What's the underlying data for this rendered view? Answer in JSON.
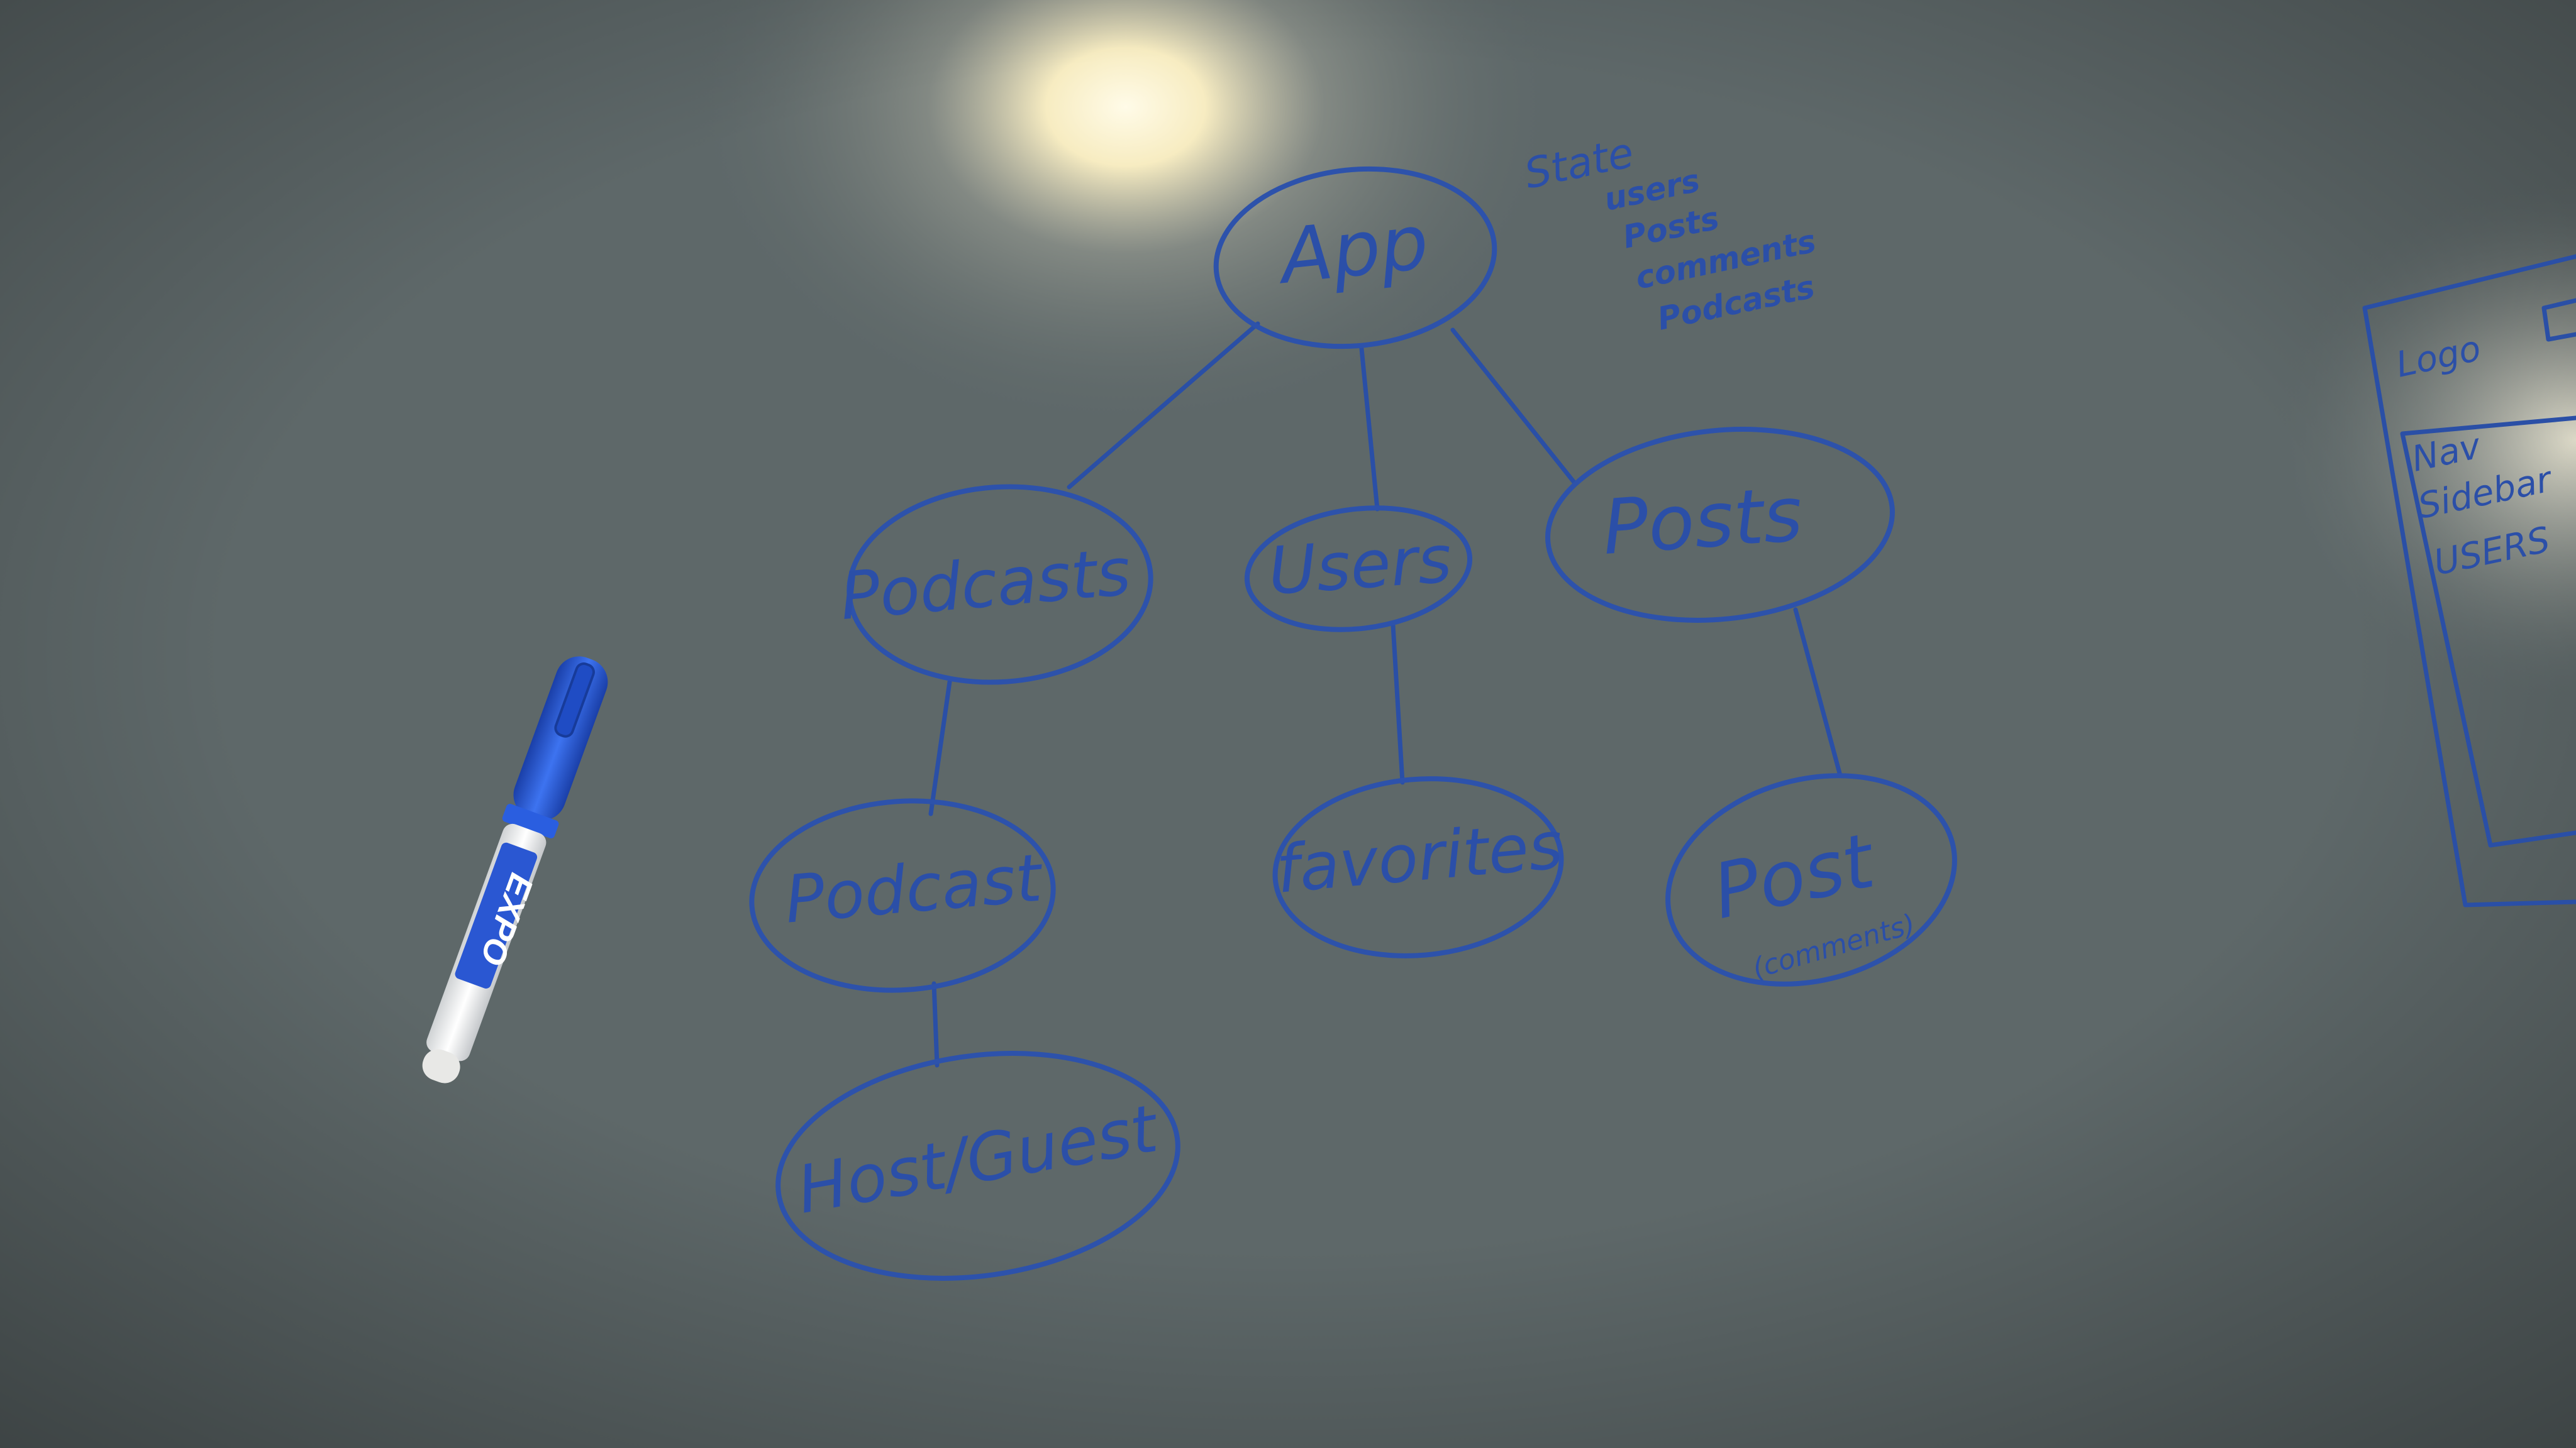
{
  "diagram": {
    "nodes": {
      "app": {
        "label": "App",
        "sub": ""
      },
      "podcasts": {
        "label": "Podcasts",
        "sub": ""
      },
      "users": {
        "label": "Users",
        "sub": ""
      },
      "posts": {
        "label": "Posts",
        "sub": ""
      },
      "podcast": {
        "label": "Podcast",
        "sub": ""
      },
      "favorites": {
        "label": "favorites",
        "sub": ""
      },
      "post": {
        "label": "Post",
        "sub": "(comments)"
      },
      "host_guest": {
        "label": "Host/Guest",
        "sub": ""
      }
    },
    "edges": [
      [
        "app",
        "podcasts"
      ],
      [
        "app",
        "users"
      ],
      [
        "app",
        "posts"
      ],
      [
        "podcasts",
        "podcast"
      ],
      [
        "users",
        "favorites"
      ],
      [
        "posts",
        "post"
      ],
      [
        "podcast",
        "host_guest"
      ]
    ]
  },
  "state_note": {
    "title": "State",
    "items": [
      "users",
      "Posts",
      "comments",
      "Podcasts"
    ]
  },
  "wireframe": {
    "logo": "Logo",
    "nav": "Nav",
    "sidebar": "Sidebar",
    "users": "USERS"
  },
  "marker": {
    "brand": "EXPO"
  },
  "colors": {
    "board": "#5e6869",
    "ink": "#2d52ab",
    "marker_body": "#f4f4f2",
    "marker_cap": "#2357d8"
  }
}
